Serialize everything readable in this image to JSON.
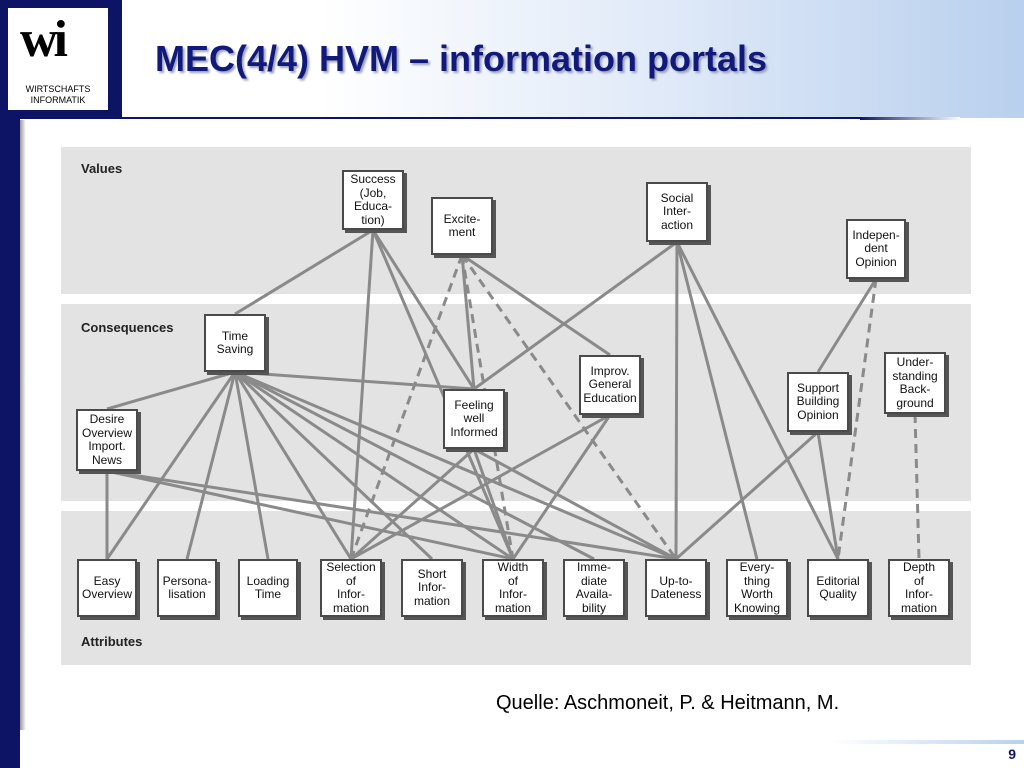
{
  "header": {
    "title": "MEC(4/4) HVM – information portals",
    "logo_mark": "wi",
    "logo_text": "WIRTSCHAFTS\nINFORMATIK"
  },
  "diagram": {
    "levels": {
      "values": "Values",
      "consequences": "Consequences",
      "attributes": "Attributes"
    },
    "nodes": [
      {
        "id": "success",
        "label": "Success\n(Job,\nEduca-\ntion)"
      },
      {
        "id": "excitement",
        "label": "Excite-\nment"
      },
      {
        "id": "social",
        "label": "Social\nInter-\naction"
      },
      {
        "id": "independent",
        "label": "Indepen-\ndent\nOpinion"
      },
      {
        "id": "timesaving",
        "label": "Time\nSaving"
      },
      {
        "id": "desire",
        "label": "Desire\nOverview\nImport.\nNews"
      },
      {
        "id": "feeling",
        "label": "Feeling\nwell\nInformed"
      },
      {
        "id": "improv",
        "label": "Improv.\nGeneral\nEducation"
      },
      {
        "id": "support",
        "label": "Support\nBuilding\nOpinion"
      },
      {
        "id": "understanding",
        "label": "Under-\nstanding\nBack-\nground"
      },
      {
        "id": "easy",
        "label": "Easy\nOverview"
      },
      {
        "id": "personal",
        "label": "Persona-\nlisation"
      },
      {
        "id": "loading",
        "label": "Loading\nTime"
      },
      {
        "id": "selection",
        "label": "Selection\nof\nInfor-\nmation"
      },
      {
        "id": "short",
        "label": "Short\nInfor-\nmation"
      },
      {
        "id": "width",
        "label": "Width\nof\nInfor-\nmation"
      },
      {
        "id": "immediate",
        "label": "Imme-\ndiate\nAvaila-\nbility"
      },
      {
        "id": "uptodate",
        "label": "Up-to-\nDateness"
      },
      {
        "id": "everything",
        "label": "Every-\nthing\nWorth\nKnowing"
      },
      {
        "id": "editorial",
        "label": "Editorial\nQuality"
      },
      {
        "id": "depth",
        "label": "Depth\nof\nInfor-\nmation"
      }
    ],
    "links": [
      {
        "from": "success",
        "to": "timesaving",
        "style": "solid"
      },
      {
        "from": "success",
        "to": "selection",
        "style": "solid"
      },
      {
        "from": "success",
        "to": "feeling",
        "style": "solid"
      },
      {
        "from": "success",
        "to": "width",
        "style": "solid"
      },
      {
        "from": "excitement",
        "to": "feeling",
        "style": "solid"
      },
      {
        "from": "excitement",
        "to": "improv",
        "style": "solid"
      },
      {
        "from": "excitement",
        "to": "selection",
        "style": "dashed"
      },
      {
        "from": "excitement",
        "to": "width",
        "style": "dashed"
      },
      {
        "from": "excitement",
        "to": "uptodate",
        "style": "dashed"
      },
      {
        "from": "social",
        "to": "feeling",
        "style": "solid"
      },
      {
        "from": "social",
        "to": "uptodate",
        "style": "solid"
      },
      {
        "from": "social",
        "to": "everything",
        "style": "solid"
      },
      {
        "from": "social",
        "to": "editorial",
        "style": "solid"
      },
      {
        "from": "independent",
        "to": "support",
        "style": "solid"
      },
      {
        "from": "independent",
        "to": "editorial",
        "style": "dashed"
      },
      {
        "from": "timesaving",
        "to": "desire",
        "style": "solid"
      },
      {
        "from": "timesaving",
        "to": "feeling",
        "style": "solid"
      },
      {
        "from": "timesaving",
        "to": "easy",
        "style": "solid"
      },
      {
        "from": "timesaving",
        "to": "personal",
        "style": "solid"
      },
      {
        "from": "timesaving",
        "to": "loading",
        "style": "solid"
      },
      {
        "from": "timesaving",
        "to": "selection",
        "style": "solid"
      },
      {
        "from": "timesaving",
        "to": "short",
        "style": "solid"
      },
      {
        "from": "timesaving",
        "to": "width",
        "style": "solid"
      },
      {
        "from": "timesaving",
        "to": "immediate",
        "style": "solid"
      },
      {
        "from": "timesaving",
        "to": "uptodate",
        "style": "solid"
      },
      {
        "from": "desire",
        "to": "easy",
        "style": "solid"
      },
      {
        "from": "desire",
        "to": "width",
        "style": "solid"
      },
      {
        "from": "desire",
        "to": "uptodate",
        "style": "solid"
      },
      {
        "from": "feeling",
        "to": "selection",
        "style": "solid"
      },
      {
        "from": "feeling",
        "to": "width",
        "style": "solid"
      },
      {
        "from": "feeling",
        "to": "uptodate",
        "style": "solid"
      },
      {
        "from": "improv",
        "to": "selection",
        "style": "solid"
      },
      {
        "from": "improv",
        "to": "width",
        "style": "solid"
      },
      {
        "from": "support",
        "to": "uptodate",
        "style": "solid"
      },
      {
        "from": "support",
        "to": "editorial",
        "style": "solid"
      },
      {
        "from": "understanding",
        "to": "depth",
        "style": "dashed"
      }
    ]
  },
  "source": "Quelle: Aschmoneit, P. & Heitmann, M.",
  "page_number": "9"
}
